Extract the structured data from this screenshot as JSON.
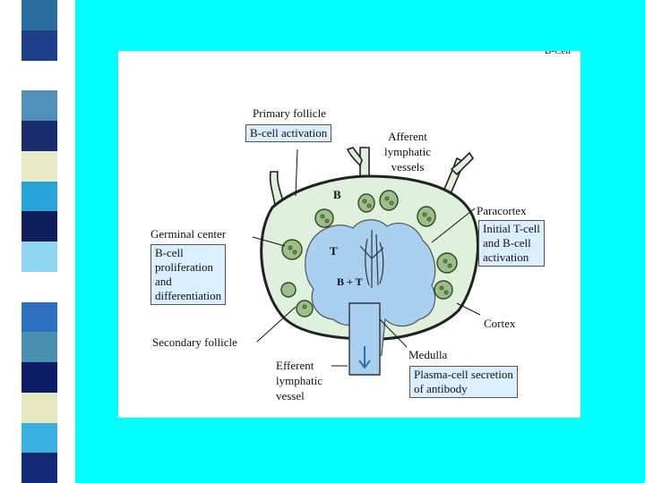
{
  "colors": {
    "slide_background": "#00ffff",
    "figure_background": "#ffffff",
    "cortex_fill": "#dff0dc",
    "paracortex_medulla_fill": "#a9d0ee",
    "follicle_fill": "#9dbd8a",
    "label_box_fill": "#dbeefe"
  },
  "strip_colors": [
    "#2a6ea0",
    "#1e3e8a",
    "#ffffff",
    "#4f8fb8",
    "#1a2b6e",
    "#e9ebc6",
    "#29a4d8",
    "#0f1f5e",
    "#8fd4f0",
    "#ffffff",
    "#2f6fbf",
    "#4a90b0",
    "#0d1e66",
    "#e6e8c0",
    "#39b0e0",
    "#122a74"
  ],
  "figure": {
    "corner_text": "B-Cell",
    "region_labels": {
      "b": "B",
      "t": "T",
      "bt": "B + T"
    },
    "primary_follicle": {
      "title": "Primary follicle",
      "box_lines": [
        "B-cell activation"
      ]
    },
    "afferent": {
      "lines": [
        "Afferent",
        "lymphatic",
        "vessels"
      ]
    },
    "paracortex": {
      "title": "Paracortex",
      "box_lines": [
        "Initial T-cell",
        "and B-cell",
        "activation"
      ]
    },
    "germinal_center": {
      "title": "Germinal center",
      "box_lines": [
        "B-cell",
        "proliferation",
        "and",
        "differentiation"
      ]
    },
    "cortex": {
      "title": "Cortex"
    },
    "secondary_follicle": {
      "title": "Secondary follicle"
    },
    "medulla": {
      "title": "Medulla",
      "box_lines": [
        "Plasma-cell secretion",
        "of antibody"
      ]
    },
    "efferent": {
      "lines": [
        "Efferent",
        "lymphatic",
        "vessel"
      ]
    }
  }
}
